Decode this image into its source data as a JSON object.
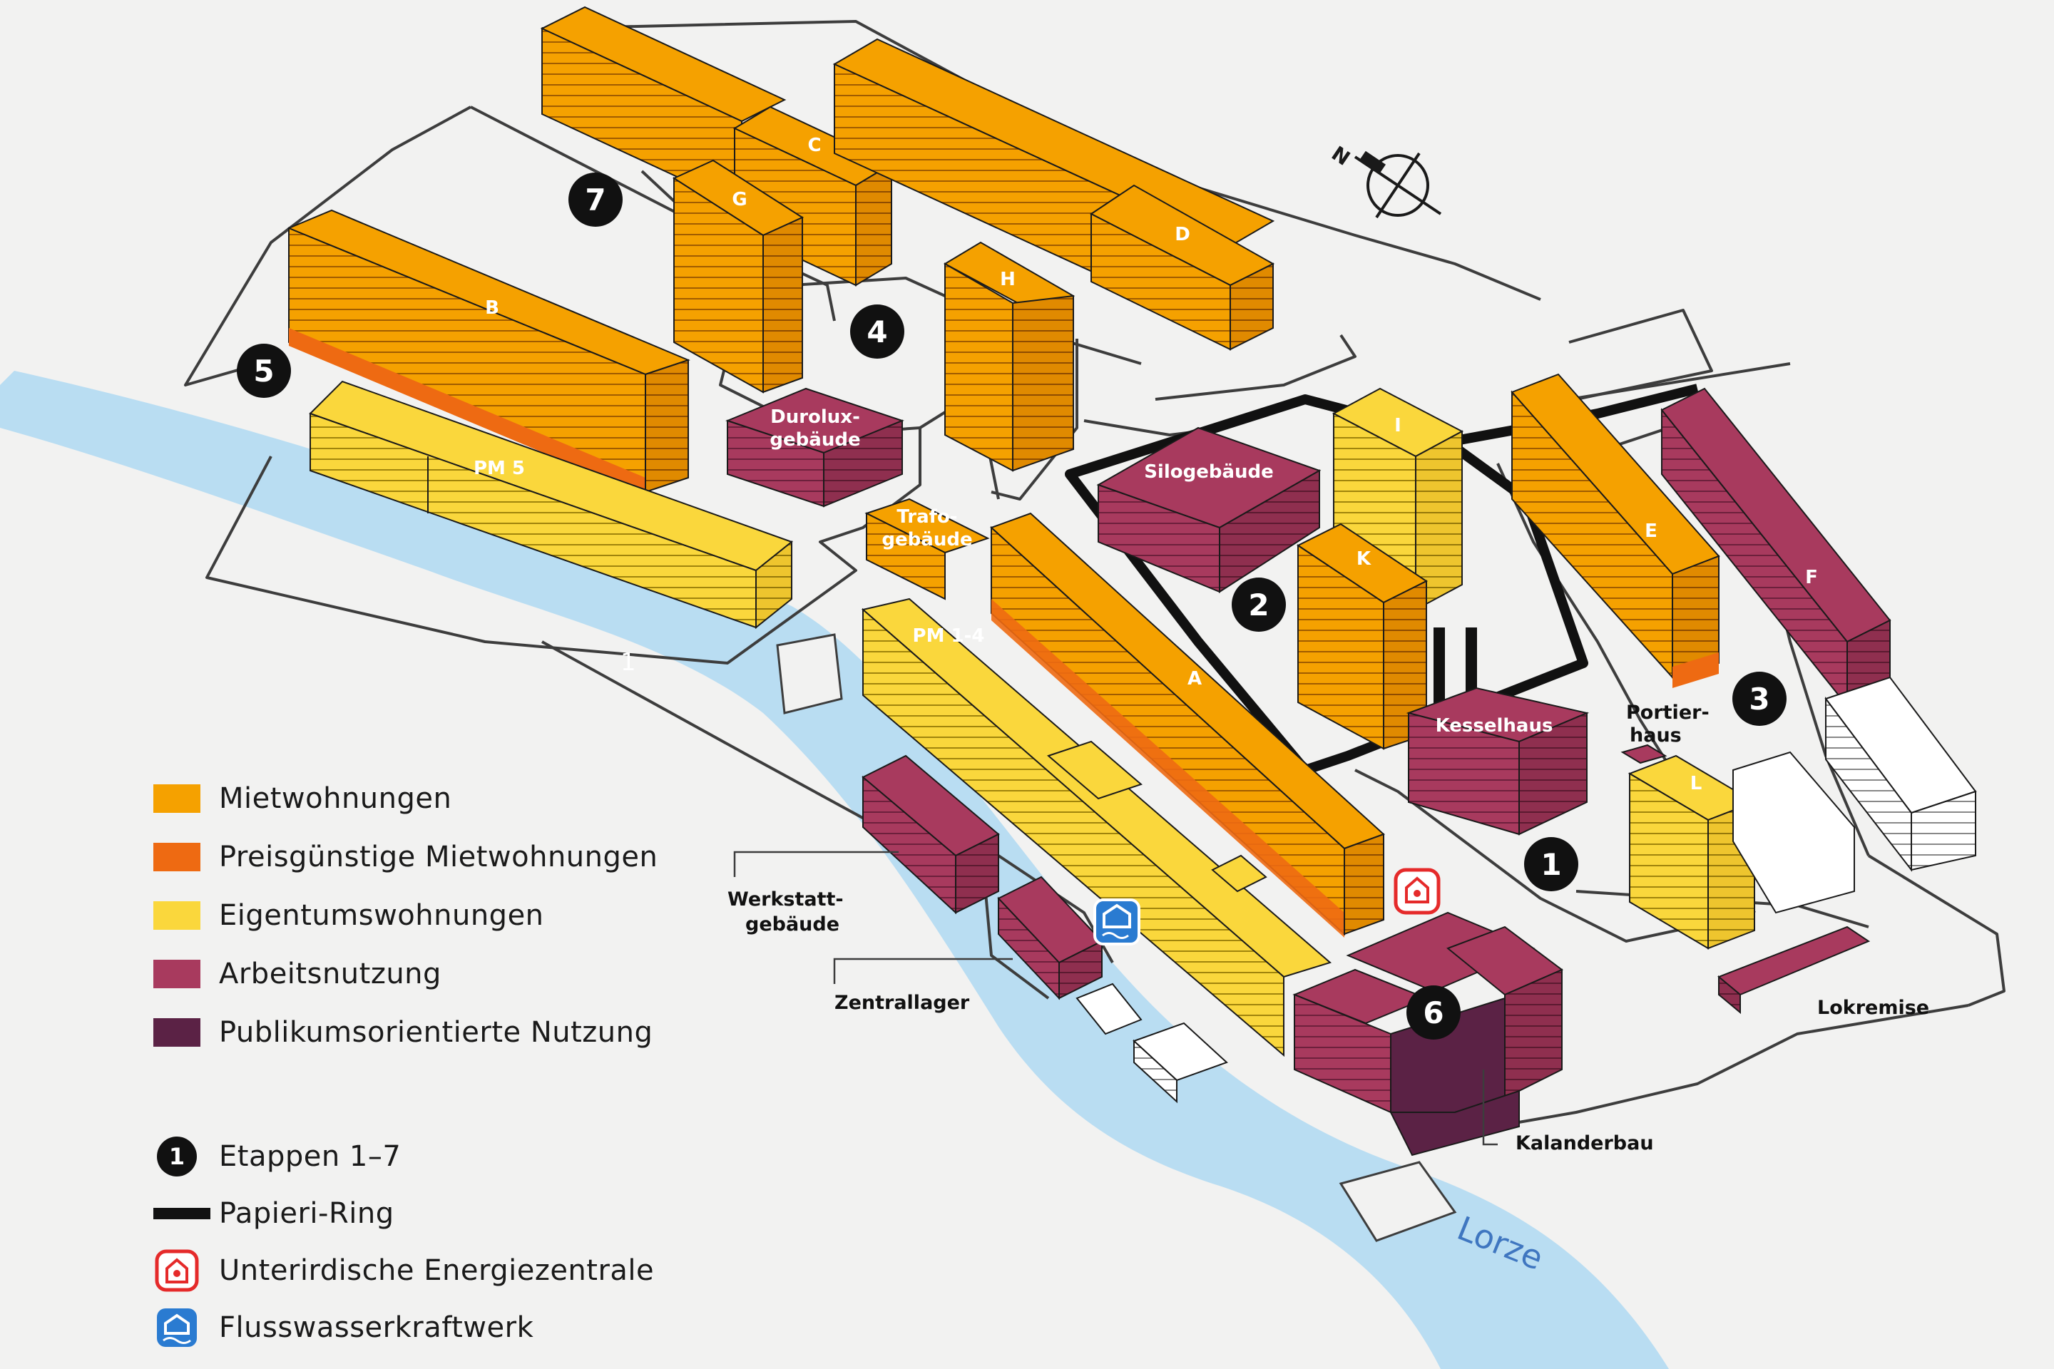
{
  "colors": {
    "rental": "#f5a100",
    "affordable": "#ee6a12",
    "ownership": "#fad73c",
    "work": "#a83a5e",
    "public": "#5b2245",
    "river": "#b9ddf2",
    "outline": "#3d3d3d"
  },
  "buildings": {
    "B": "B",
    "C": "C",
    "G": "G",
    "H": "H",
    "D": "D",
    "A": "A",
    "I": "I",
    "K": "K",
    "E": "E",
    "F": "F",
    "L": "L",
    "PM5": "PM 5",
    "PM14": "PM 1-4",
    "durolux_1": "Durolux-",
    "durolux_2": "gebäude",
    "trafo_1": "Trafo-",
    "trafo_2": "gebäude",
    "silo": "Silogebäude",
    "kesselhaus": "Kesselhaus",
    "portier_1": "Portier-",
    "portier_2": "haus"
  },
  "outside_labels": {
    "werkstatt_1": "Werkstatt-",
    "werkstatt_2": "gebäude",
    "zentrallager": "Zentrallager",
    "kalanderbau": "Kalanderbau",
    "lokremise": "Lokremise"
  },
  "stages": [
    "1",
    "2",
    "3",
    "4",
    "5",
    "6",
    "7"
  ],
  "river": {
    "name": "Lorze",
    "marker": "1"
  },
  "compass": {
    "letter": "N",
    "icon": "compass-icon"
  },
  "legend": {
    "rental": "Mietwohnungen",
    "affordable": "Preisgünstige Mietwohnungen",
    "ownership": "Eigentumswohnungen",
    "work": "Arbeitsnutzung",
    "public": "Publikumsorientierte Nutzung",
    "stages": "Etappen 1–7",
    "stage_marker": "1",
    "ring": "Papieri-Ring",
    "energy": "Unterirdische Energiezentrale",
    "hydro": "Flusswasserkraftwerk",
    "energy_icon": "energy-center-icon",
    "hydro_icon": "hydro-plant-icon"
  }
}
